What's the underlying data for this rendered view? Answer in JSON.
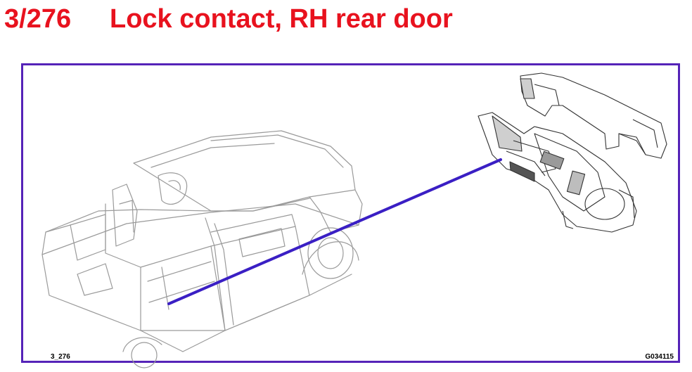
{
  "title": {
    "code": "3/276",
    "text": "Lock contact, RH rear door"
  },
  "figure": {
    "ref_left": "3_276",
    "ref_right": "G034115",
    "colors": {
      "title": "#e8121e",
      "frame": "#5523b8",
      "pointer_line": "#3a1fc4",
      "drawing_line": "#9a9a9a"
    }
  }
}
